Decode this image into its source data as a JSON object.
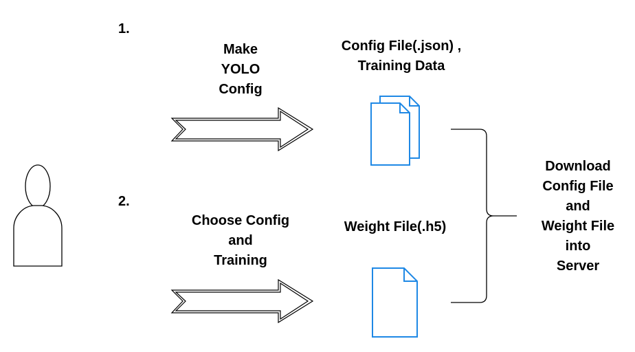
{
  "steps": {
    "step1": "1.",
    "step2": "2."
  },
  "labels": {
    "make_config": [
      "Make",
      "YOLO",
      "Config"
    ],
    "config_files": [
      "Config File(.json) ,",
      "Training Data"
    ],
    "choose_config": [
      "Choose Config",
      "and",
      "Training"
    ],
    "weight_file": "Weight File(.h5)",
    "download": [
      "Download",
      "Config File",
      "and",
      "Weight File",
      "into",
      "Server"
    ]
  },
  "icons": {
    "user": "user-icon",
    "arrow": "double-outline-arrow-icon",
    "documents": "multiple-documents-icon",
    "document": "document-icon",
    "bracket": "curly-brace-icon"
  },
  "colors": {
    "outline": "#000000",
    "document": "#1e88e5",
    "background": "#ffffff"
  }
}
